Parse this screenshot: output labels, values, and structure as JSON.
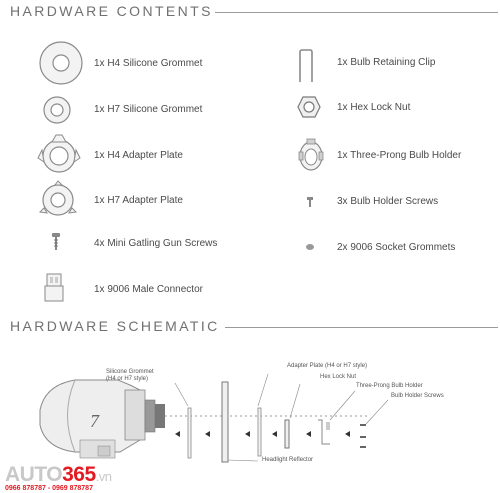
{
  "contents": {
    "title": "HARDWARE CONTENTS",
    "left_items": [
      {
        "label": "1x H4 Silicone Grommet",
        "icon": "h4-grommet-icon"
      },
      {
        "label": "1x H7 Silicone Grommet",
        "icon": "h7-grommet-icon"
      },
      {
        "label": "1x H4 Adapter Plate",
        "icon": "h4-adapter-plate-icon"
      },
      {
        "label": "1x H7 Adapter Plate",
        "icon": "h7-adapter-plate-icon"
      },
      {
        "label": "4x Mini Gatling Gun Screws",
        "icon": "screw-icon"
      },
      {
        "label": "1x 9006 Male Connector",
        "icon": "connector-icon"
      }
    ],
    "right_items": [
      {
        "label": "1x Bulb Retaining Clip",
        "icon": "retaining-clip-icon"
      },
      {
        "label": "1x Hex Lock Nut",
        "icon": "hex-nut-icon"
      },
      {
        "label": "1x Three-Prong Bulb Holder",
        "icon": "bulb-holder-icon"
      },
      {
        "label": "3x Bulb Holder Screws",
        "icon": "small-screw-icon"
      },
      {
        "label": "2x 9006 Socket Grommets",
        "icon": "socket-grommet-icon"
      }
    ]
  },
  "schematic": {
    "title": "HARDWARE SCHEMATIC",
    "callouts": {
      "silicone_grommet_1": "Silicone Grommet",
      "silicone_grommet_2": "(H4 or H7 style)",
      "adapter_plate": "Adapter Plate (H4 or H7 style)",
      "hex_lock_nut": "Hex Lock Nut",
      "bulb_holder": "Three-Prong Bulb Holder",
      "holder_screws": "Bulb Holder Screws",
      "headlight_reflector": "Headlight Reflector"
    }
  },
  "watermark": {
    "brand_part1": "AUTO",
    "brand_part2": "365",
    "brand_part3": ".vn",
    "phones": "0966 878787 - 0969 878787"
  },
  "colors": {
    "accent_red": "#e21a22",
    "icon_gray": "#8a8a8a",
    "rule_gray": "#9a9a9a"
  }
}
